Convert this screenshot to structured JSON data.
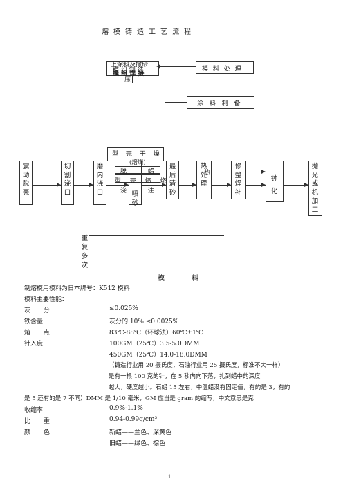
{
  "title": "熔模铸造工艺流程",
  "flow": {
    "top_box1_line1": "上涂料及撒砂",
    "top_box1_line2": "模 组 制 造",
    "top_box1_line3": "模 组 焊 接",
    "top_box1_line4": "压 蜡",
    "top_box1_sub": "压",
    "mold_material": "模 料 处 理",
    "coating_prep": "涂 料 制 备",
    "shell_dry": "型 壳 干 燥",
    "shell_roast": "(焙烧)",
    "dewax_row": "脱 蜡",
    "mold_row": "型 壳 焙 烧",
    "pour_row": "浇 注",
    "steps": [
      "震动脱壳",
      "切割浇口",
      "磨内浇口",
      "喷砂",
      "最后清砂",
      "热处理",
      "修整焊补",
      "钝化",
      "抛光或机加工"
    ],
    "heat_overlay": "热",
    "repeat_label": "重复多次"
  },
  "section_title": "模 料",
  "body": {
    "intro1": "制熔模用模料为日本牌号：K512 模料",
    "intro2": "模料主要性能：",
    "ash_label": "灰 分",
    "ash_value": "≤0.025%",
    "iron_label": "铁含量",
    "iron_value": "灰分的 10%   ≤0.0025%",
    "melt_label": "熔 点",
    "melt_value": "83℃-88℃（环球法）60℃±1℃",
    "needle_label": "针入度",
    "needle_value1": "100GM（25℃）3.5-5.0DMM",
    "needle_value2": "450GM（25℃）14.0-18.0DMM",
    "note1": "（铸造行业用 20 摄氏度，石油行业用 25 摄氏度，标准不大一样）",
    "note2": "是有一根 100 克的针，在 5 秒内向下落，扎到蜡中的深度",
    "note3": "越大，硬度越小。石蜡 15 左右，中温蜡没有固定值，有的是 3，有的",
    "note4": "是 5 还有的是 7 不同）DMM 是 1/10 毫米，GM 应当是 gram 的缩写，中文意思是克",
    "shrink_label": "收缩率",
    "shrink_value": "0.9%-1.1%",
    "density_label": "比 重",
    "density_value": "0.94-0.99g/cm³",
    "color_label": "颜 色",
    "color_value1": "新蜡——兰色、深黄色",
    "color_value2": "旧蜡——绿色、棕色"
  },
  "page_number": "1"
}
